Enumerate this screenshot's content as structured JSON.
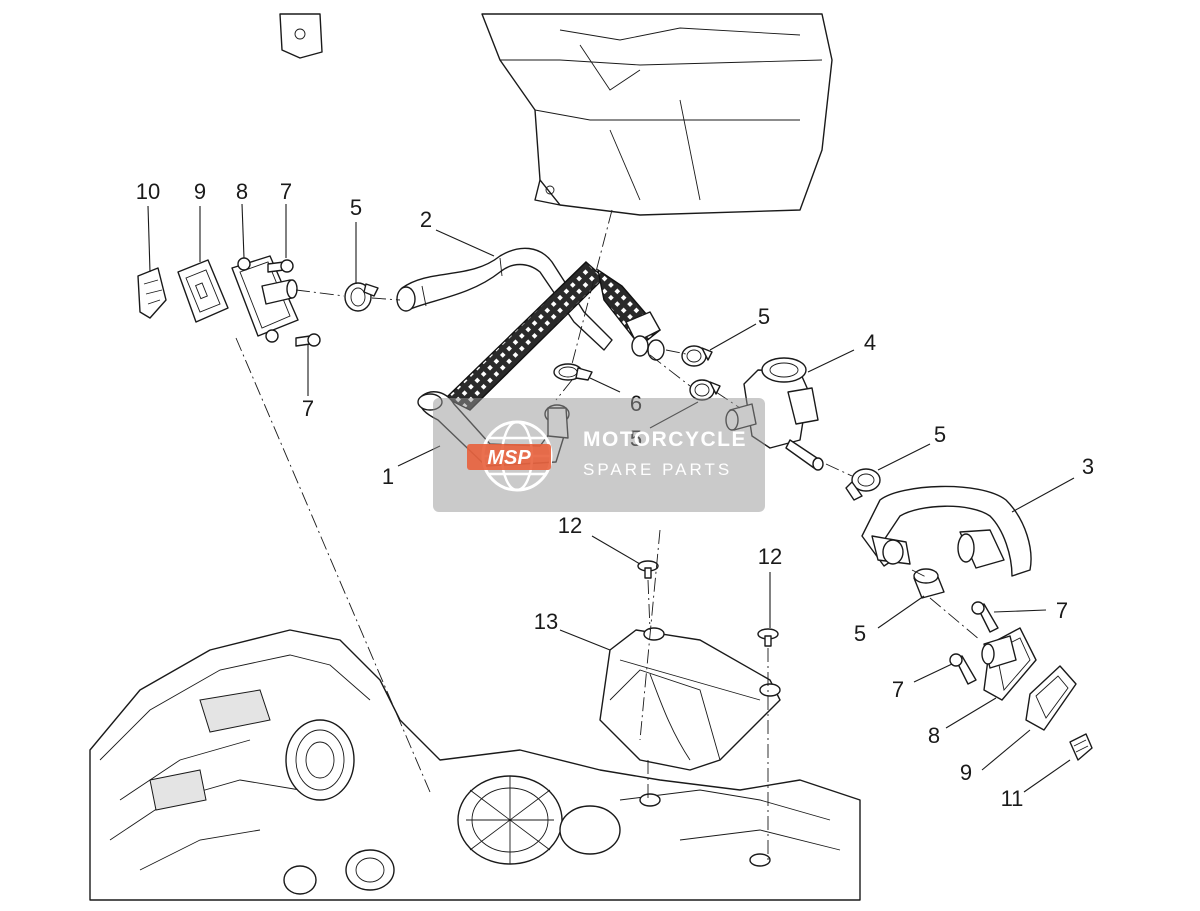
{
  "diagram": {
    "callouts": [
      {
        "label": "10"
      },
      {
        "label": "9"
      },
      {
        "label": "8"
      },
      {
        "label": "7"
      },
      {
        "label": "5"
      },
      {
        "label": "2"
      },
      {
        "label": "7"
      },
      {
        "label": "5"
      },
      {
        "label": "4"
      },
      {
        "label": "6"
      },
      {
        "label": "5"
      },
      {
        "label": "1"
      },
      {
        "label": "5"
      },
      {
        "label": "3"
      },
      {
        "label": "12"
      },
      {
        "label": "12"
      },
      {
        "label": "13"
      },
      {
        "label": "7"
      },
      {
        "label": "5"
      },
      {
        "label": "7"
      },
      {
        "label": "8"
      },
      {
        "label": "9"
      },
      {
        "label": "11"
      }
    ]
  },
  "watermark": {
    "logo_text": "MSP",
    "title": "MOTORCYCLE",
    "subtitle": "SPARE PARTS",
    "accent_color": "#e8603c"
  }
}
